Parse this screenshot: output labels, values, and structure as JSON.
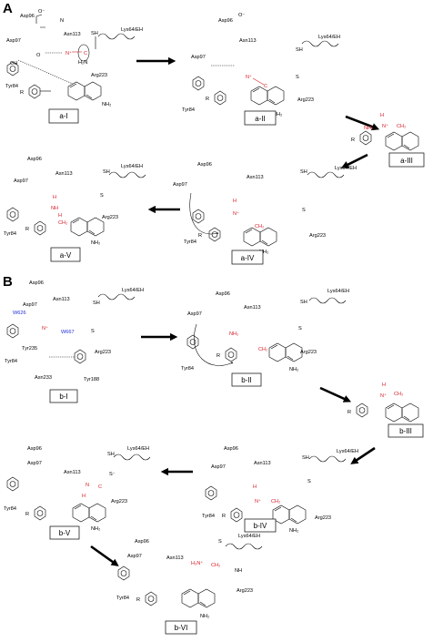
{
  "panels": {
    "A": {
      "letter": "A"
    },
    "B": {
      "letter": "B"
    }
  },
  "stages": {
    "a1": "a-I",
    "a2": "a-II",
    "a3": "a-III",
    "a4": "a-IV",
    "a5": "a-V",
    "b1": "b-I",
    "b2": "b-II",
    "b3": "b-III",
    "b4": "b-IV",
    "b5": "b-V",
    "b6": "b-VI"
  },
  "residues": {
    "asp96": "Asp96",
    "asp97": "Asp97",
    "asn113": "Asn113",
    "lys64": "Lys64/EH",
    "arg223": "Arg223",
    "tyr84": "Tyr84",
    "tyr235": "Tyr235",
    "asn233": "Asn233",
    "tyr188": "Tyr188",
    "w626": "W626",
    "w667": "W667"
  },
  "atoms": {
    "sh": "SH",
    "s": "S",
    "nh": "NH",
    "nh2": "NH₂",
    "h2n": "H₂N",
    "r": "R",
    "ch2": "CH₂",
    "o": "O",
    "h": "H",
    "n": "N",
    "c": "C",
    "oh": "OH",
    "ominus": "O⁻",
    "nplus": "N⁺",
    "h3nplus": "H₃N⁺",
    "sminus": "S⁻"
  },
  "colors": {
    "accent_red": "#d8202a",
    "water_blue": "#1f2fd0",
    "ink": "#000000"
  }
}
